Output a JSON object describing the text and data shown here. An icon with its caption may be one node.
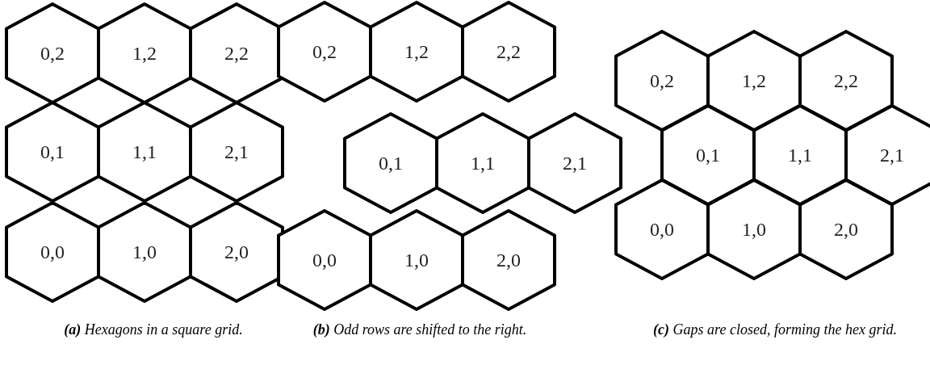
{
  "diagram": {
    "nodes": [
      {
        "text": [
          "0,2"
        ]
      },
      {
        "text": [
          "1,2"
        ]
      },
      {
        "text": [
          "2,2"
        ]
      },
      {
        "text": [
          "0,1"
        ]
      },
      {
        "text": [
          "1,1"
        ]
      },
      {
        "text": [
          "2,1"
        ]
      },
      {
        "text": [
          "0,0"
        ]
      },
      {
        "text": [
          "1,0"
        ]
      },
      {
        "text": [
          "2,0"
        ]
      },
      {
        "text": [
          "0,2"
        ]
      },
      {
        "text": [
          "1,2"
        ]
      },
      {
        "text": [
          "2,2"
        ]
      },
      {
        "text": [
          "0,1"
        ]
      },
      {
        "text": [
          "1,1"
        ]
      },
      {
        "text": [
          "2,1"
        ]
      },
      {
        "text": [
          "0,0"
        ]
      },
      {
        "text": [
          "1,0"
        ]
      },
      {
        "text": [
          "2,0"
        ]
      },
      {
        "text": [
          "0,2"
        ]
      },
      {
        "text": [
          "1,2"
        ]
      },
      {
        "text": [
          "2,2"
        ]
      },
      {
        "text": [
          "0,1"
        ]
      },
      {
        "text": [
          "1,1"
        ]
      },
      {
        "text": [
          "2,1"
        ]
      },
      {
        "text": [
          "0,0"
        ]
      },
      {
        "text": [
          "1,0"
        ]
      },
      {
        "text": [
          "2,0"
        ]
      }
    ],
    "edges": [],
    "labels": [
      "**(a)** Hexagons in a square grid.",
      "**(b)** Odd rows are shifted to the right.",
      "**(c)** Gaps are closed, forming the hex grid."
    ]
  }
}
